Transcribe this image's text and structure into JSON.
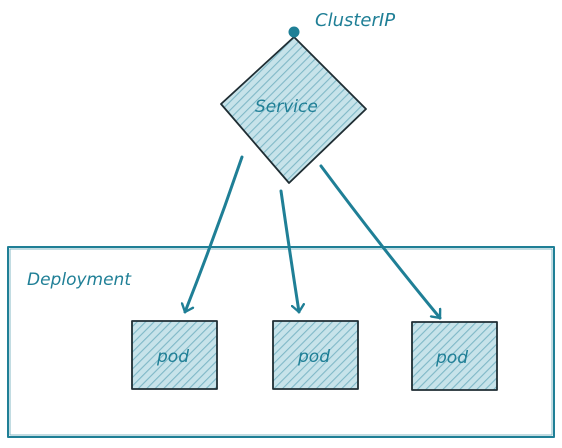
{
  "service": {
    "label": "Service",
    "port_label": "ClusterIP"
  },
  "deployment": {
    "label": "Deployment"
  },
  "pods": [
    {
      "label": "pod"
    },
    {
      "label": "pod"
    },
    {
      "label": "pod"
    }
  ],
  "colors": {
    "accent": "#1f7f96",
    "outline": "#1f2d33",
    "fill": "#a9d0da"
  }
}
